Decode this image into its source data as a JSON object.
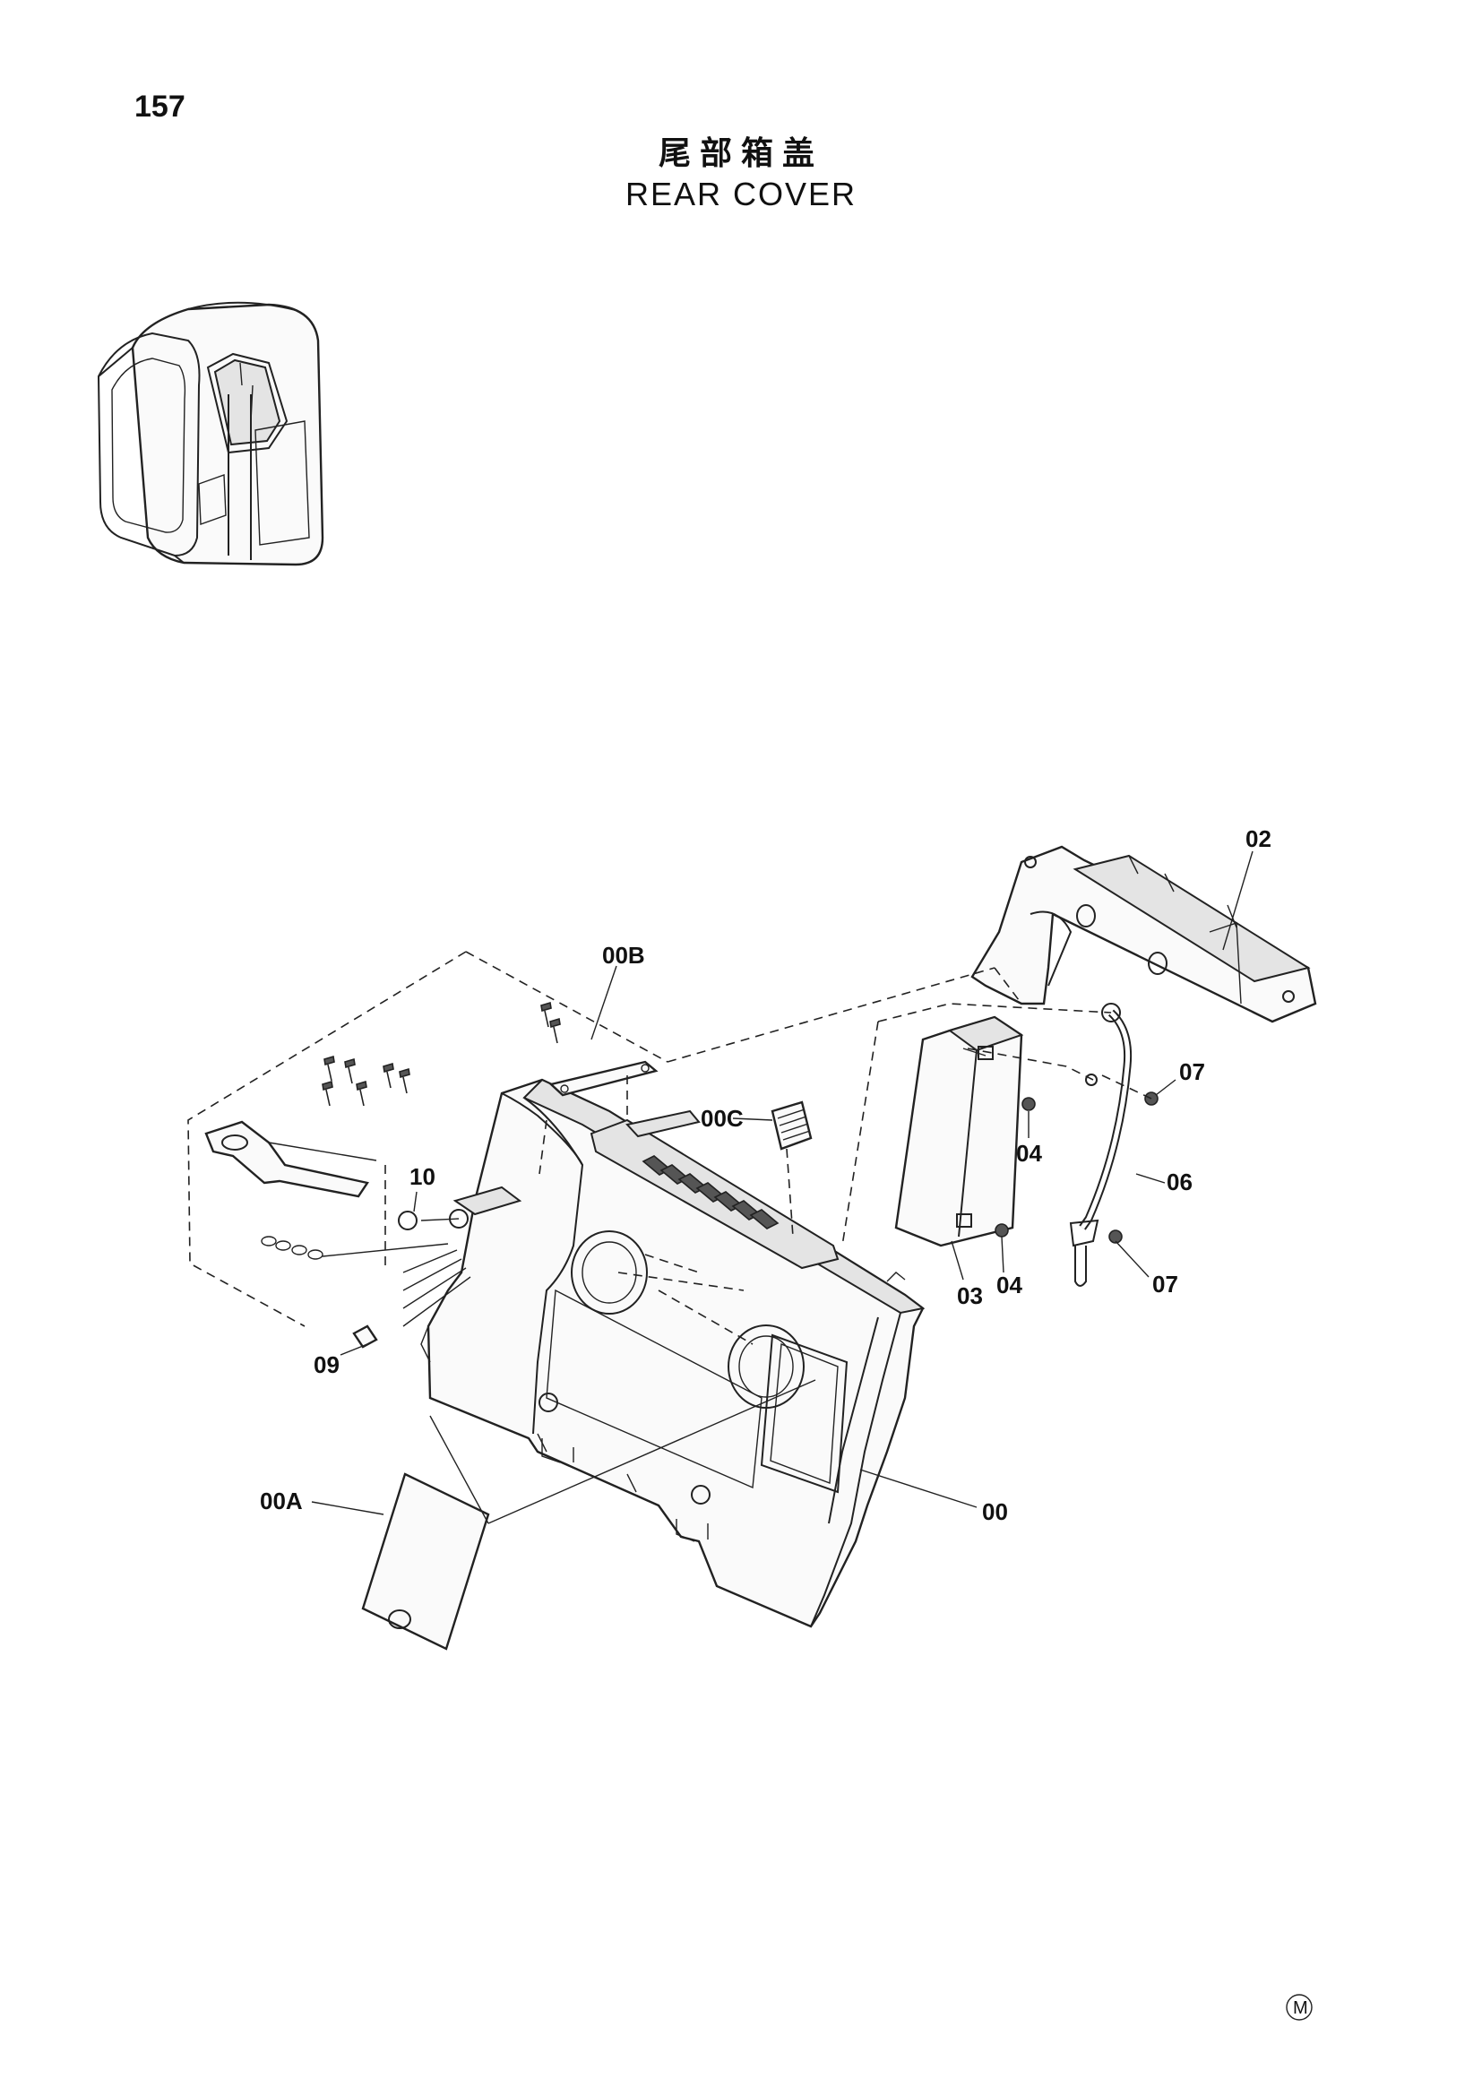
{
  "page": {
    "number": "157"
  },
  "header": {
    "title_cn": "尾部箱盖",
    "title_en": "REAR COVER"
  },
  "callouts": {
    "c02": "02",
    "c00B": "00B",
    "c07a": "07",
    "c00C": "00C",
    "c04a": "04",
    "c10": "10",
    "c06": "06",
    "c03": "03",
    "c04b": "04",
    "c07b": "07",
    "c09": "09",
    "c00A": "00A",
    "c00": "00"
  },
  "footer": {
    "mark": "M"
  }
}
